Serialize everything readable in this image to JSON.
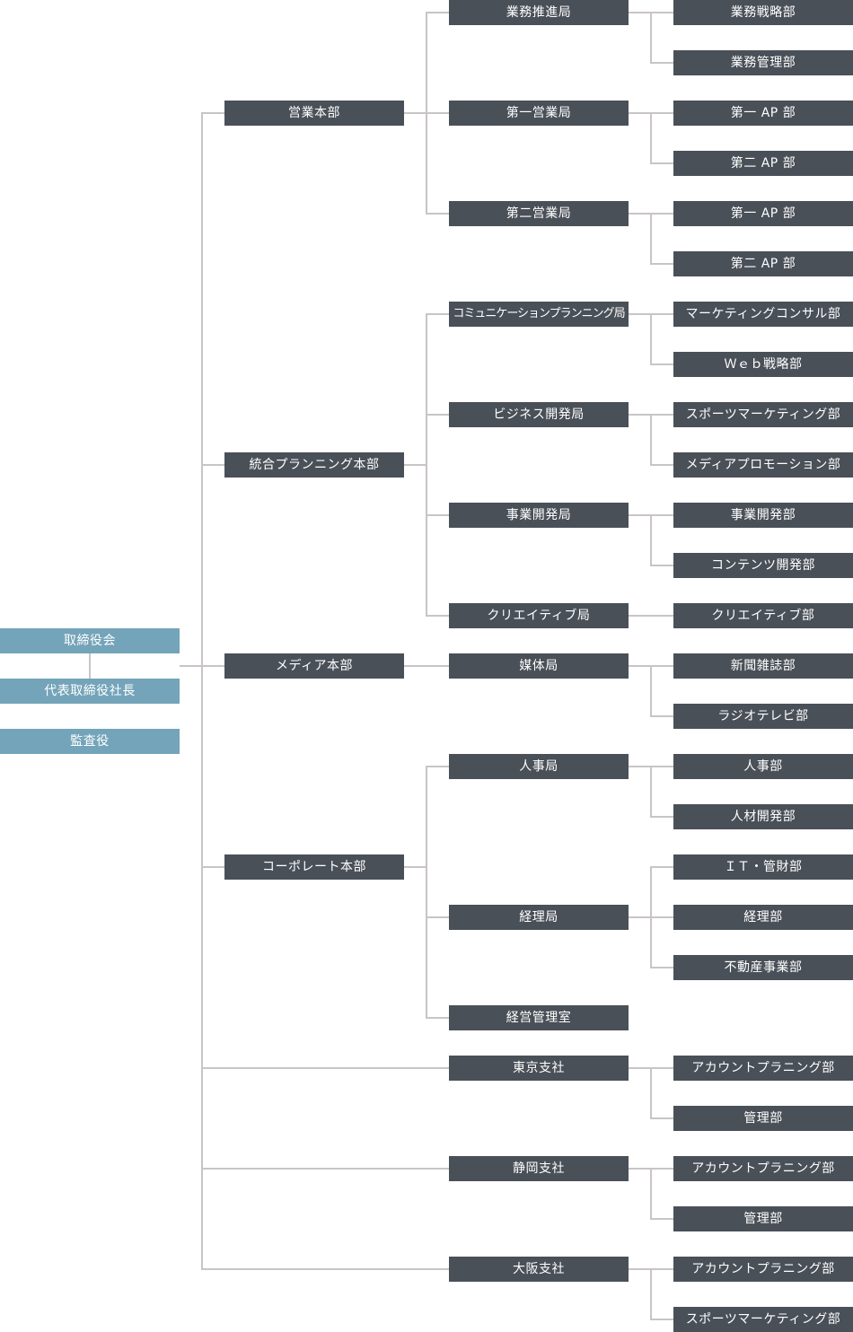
{
  "colors": {
    "top_level_box": "#74a4b9",
    "unit_box": "#4a5058",
    "connector": "#c9c4c6",
    "text": "#ffffff"
  },
  "executive": {
    "board": "取締役会",
    "president": "代表取締役社長",
    "auditor": "監査役"
  },
  "divisions": [
    {
      "name": "営業本部",
      "bureaus": [
        {
          "name": "業務推進局",
          "departments": [
            "業務戦略部",
            "業務管理部"
          ]
        },
        {
          "name": "第一営業局",
          "departments": [
            "第一 AP 部",
            "第二 AP 部"
          ]
        },
        {
          "name": "第二営業局",
          "departments": [
            "第一 AP 部",
            "第二 AP 部"
          ]
        }
      ]
    },
    {
      "name": "統合プランニング本部",
      "bureaus": [
        {
          "name": "コミュニケーションプランニング局",
          "departments": [
            "マーケティングコンサル部",
            "Ｗｅｂ戦略部"
          ]
        },
        {
          "name": "ビジネス開発局",
          "departments": [
            "スポーツマーケティング部",
            "メディアプロモーション部"
          ]
        },
        {
          "name": "事業開発局",
          "departments": [
            "事業開発部",
            "コンテンツ開発部"
          ]
        },
        {
          "name": "クリエイティブ局",
          "departments": [
            "クリエイティブ部"
          ]
        }
      ]
    },
    {
      "name": "メディア本部",
      "bureaus": [
        {
          "name": "媒体局",
          "departments": [
            "新聞雑誌部",
            "ラジオテレビ部"
          ]
        }
      ]
    },
    {
      "name": "コーポレート本部",
      "bureaus": [
        {
          "name": "人事局",
          "departments": [
            "人事部",
            "人材開発部"
          ]
        },
        {
          "name": "経理局",
          "departments": [
            "ＩＴ・管財部",
            "経理部",
            "不動産事業部"
          ]
        },
        {
          "name": "経営管理室",
          "departments": []
        }
      ]
    }
  ],
  "branches": [
    {
      "name": "東京支社",
      "departments": [
        "アカウントプラニング部",
        "管理部"
      ]
    },
    {
      "name": "静岡支社",
      "departments": [
        "アカウントプラニング部",
        "管理部"
      ]
    },
    {
      "name": "大阪支社",
      "departments": [
        "アカウントプラニング部",
        "スポーツマーケティング部"
      ]
    }
  ]
}
